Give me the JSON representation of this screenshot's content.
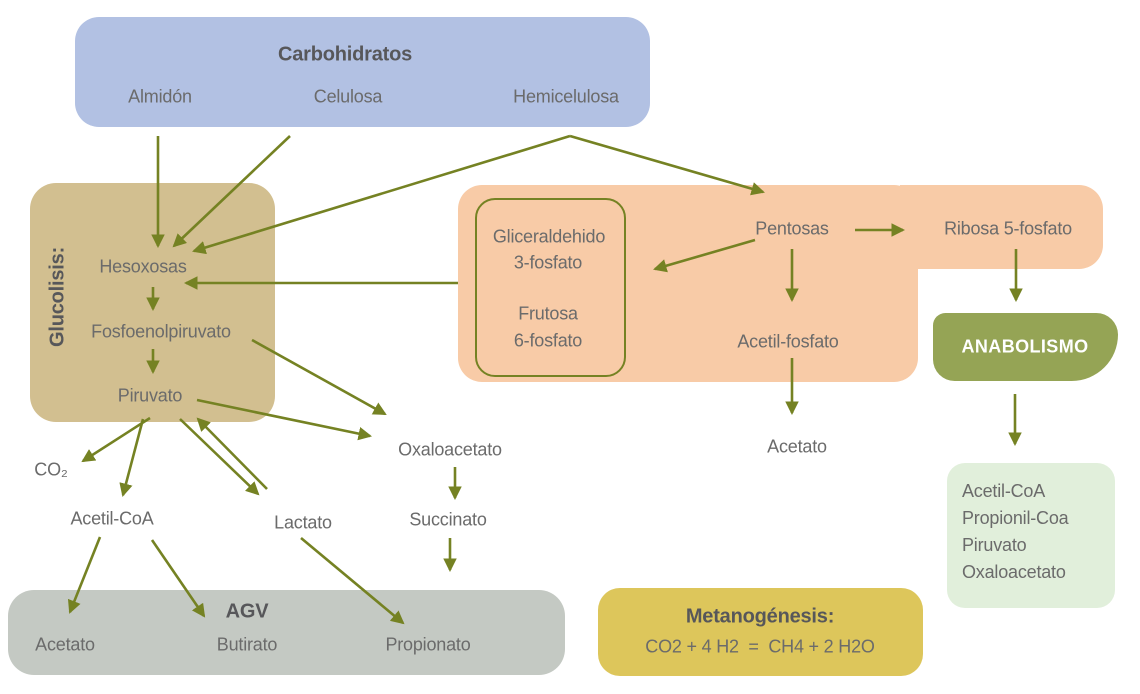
{
  "diagram": {
    "carbohidratos": {
      "title": "Carbohidratos",
      "almidon": "Almidón",
      "celulosa": "Celulosa",
      "hemicelulosa": "Hemicelulosa"
    },
    "glucolisis": {
      "title": "Glucolisis:",
      "hesoxosas": "Hesoxosas",
      "fosfoenolpiruvato": "Fosfoenolpiruvato",
      "piruvato": "Piruvato"
    },
    "pentosas_area": {
      "gliceraldehido_line1": "Gliceraldehido",
      "gliceraldehido_line2": "3-fosfato",
      "frutosa_line1": "Frutosa",
      "frutosa_line2": "6-fosfato",
      "pentosas": "Pentosas",
      "ribosa": "Ribosa 5-fosfato",
      "acetil_fosfato": "Acetil-fosfato",
      "acetato": "Acetato"
    },
    "anabolismo": {
      "title": "ANABOLISMO",
      "products": [
        "Acetil-CoA",
        "Propionil-Coa",
        "Piruvato",
        "Oxaloacetato"
      ]
    },
    "intermediarios": {
      "co2": "CO₂",
      "acetil_coa": "Acetil-CoA",
      "lactato": "Lactato",
      "oxaloacetato": "Oxaloacetato",
      "succinato": "Succinato"
    },
    "agv": {
      "title": "AGV",
      "acetato": "Acetato",
      "butirato": "Butirato",
      "propionato": "Propionato"
    },
    "metanogenesis": {
      "title": "Metanogénesis:",
      "formula": "CO2 + 4 H2  =  CH4 + 2 H2O"
    }
  },
  "colors": {
    "carbohidratos_box": "#b2c1e3",
    "glucolisis_box": "#d2bf90",
    "pentosas_box": "#f8cba7",
    "anabolismo_box": "#95a455",
    "products_box": "#e1efdb",
    "agv_box": "#c4c9c3",
    "metanogenesis_box": "#ddc65b",
    "arrow": "#758223",
    "text": "#6b6b6b",
    "text_bold": "#57575a"
  }
}
